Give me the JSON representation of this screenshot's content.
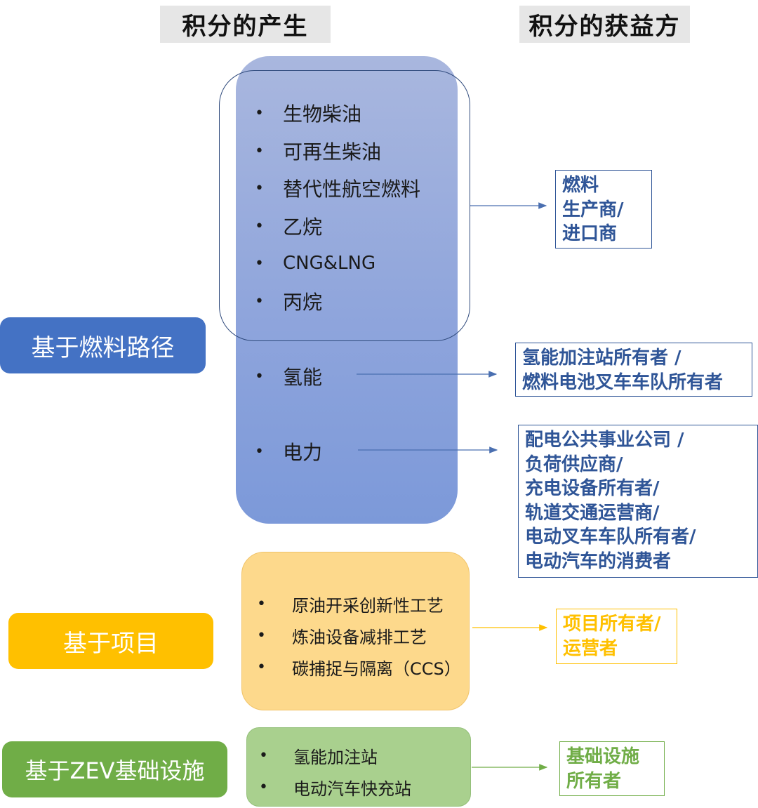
{
  "headers": {
    "generation": "积分的产生",
    "beneficiary": "积分的获益方"
  },
  "categories": {
    "fuel": "基于燃料路径",
    "project": "基于项目",
    "zev": "基于ZEV基础设施"
  },
  "fuel_items": [
    "生物柴油",
    "可再生柴油",
    "替代性航空燃料",
    "乙烷",
    "CNG&LNG",
    "丙烷"
  ],
  "hydrogen_item": "氢能",
  "electricity_item": "电力",
  "project_items": [
    "原油开采创新性工艺",
    "炼油设备减排工艺",
    "碳捕捉与隔离（CCS）"
  ],
  "zev_items": [
    "氢能加注站",
    "电动汽车快充站"
  ],
  "beneficiaries": {
    "fuel": [
      "燃料",
      "生产商/",
      "进口商"
    ],
    "hydrogen": [
      "氢能加注站所有者 /",
      "燃料电池叉车车队所有者"
    ],
    "electricity": [
      "配电公共事业公司 /",
      "负荷供应商/",
      "充电设备所有者/",
      "轨道交通运营商/",
      "电动叉车车队所有者/",
      "电动汽车的消费者"
    ],
    "project": [
      "项目所有者/",
      "运营者"
    ],
    "zev": [
      "基础设施",
      "所有者"
    ]
  },
  "colors": {
    "blue": "#4472c4",
    "dark_blue_text": "#2f5597",
    "yellow": "#ffc000",
    "green": "#70ad47"
  }
}
